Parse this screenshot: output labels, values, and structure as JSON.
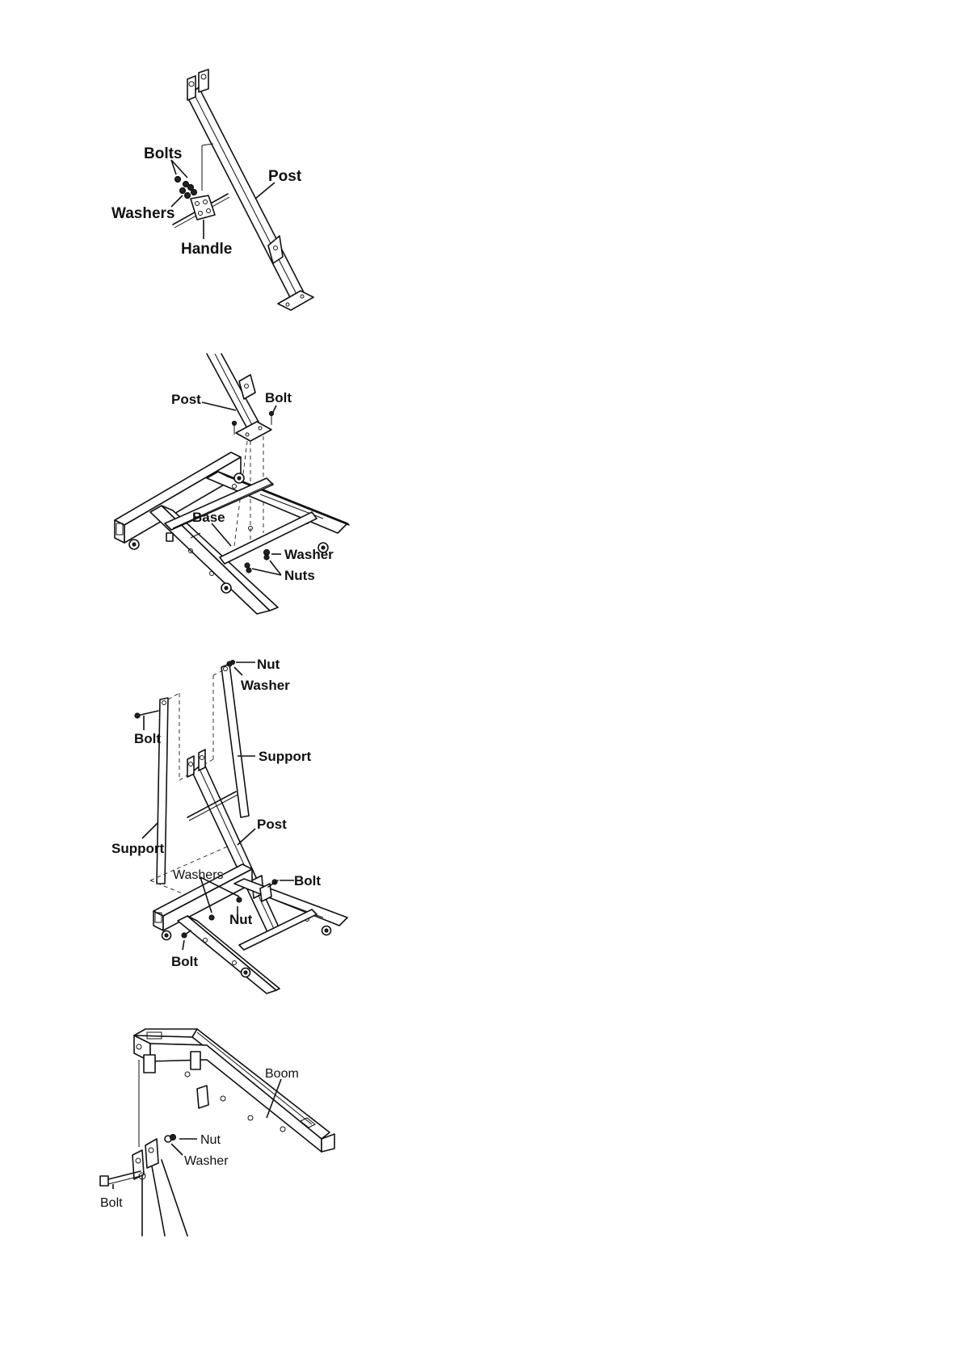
{
  "figure_1": {
    "bolts": "Bolts",
    "post": "Post",
    "washers": "Washers",
    "handle": "Handle"
  },
  "figure_2": {
    "post": "Post",
    "bolt": "Bolt",
    "base": "Base",
    "washer": "Washer",
    "nuts": "Nuts"
  },
  "figure_3": {
    "nut_top": "Nut",
    "washer_top": "Washer",
    "bolt_left": "Bolt",
    "support_right": "Support",
    "post": "Post",
    "support_left": "Support",
    "washers": "Washers",
    "bolt_right": "Bolt",
    "nut_bottom": "Nut",
    "bolt_bottom": "Bolt"
  },
  "figure_4": {
    "boom": "Boom",
    "nut": "Nut",
    "washer": "Washer",
    "bolt": "Bolt"
  }
}
